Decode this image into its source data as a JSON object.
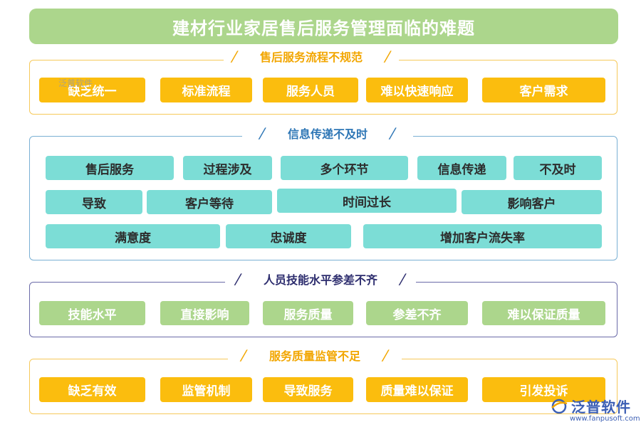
{
  "title": "建材行业家居售后服务管理面临的难题",
  "sections": [
    {
      "heading": "售后服务流程不规范",
      "items": [
        "缺乏统一",
        "标准流程",
        "服务人员",
        "难以快速响应",
        "客户需求"
      ]
    },
    {
      "heading": "信息传递不及时",
      "items": [
        "售后服务",
        "过程涉及",
        "多个环节",
        "信息传递",
        "不及时",
        "导致",
        "客户等待",
        "时间过长",
        "影响客户",
        "满意度",
        "忠诚度",
        "增加客户流失率"
      ]
    },
    {
      "heading": "人员技能水平参差不齐",
      "items": [
        "技能水平",
        "直接影响",
        "服务质量",
        "参差不齐",
        "难以保证质量"
      ]
    },
    {
      "heading": "服务质量监管不足",
      "items": [
        "缺乏有效",
        "监管机制",
        "导致服务",
        "质量难以保证",
        "引发投诉"
      ]
    }
  ],
  "watermark": {
    "brand": "泛普软件",
    "url": "www.fanpusoft.com"
  },
  "colors": {
    "green": "#acd68c",
    "yellow": "#fbbd0e",
    "teal": "#7cddd6",
    "blue_heading": "#2f77b6",
    "navy_heading": "#2d2d6e",
    "orange_heading": "#f2a600"
  }
}
